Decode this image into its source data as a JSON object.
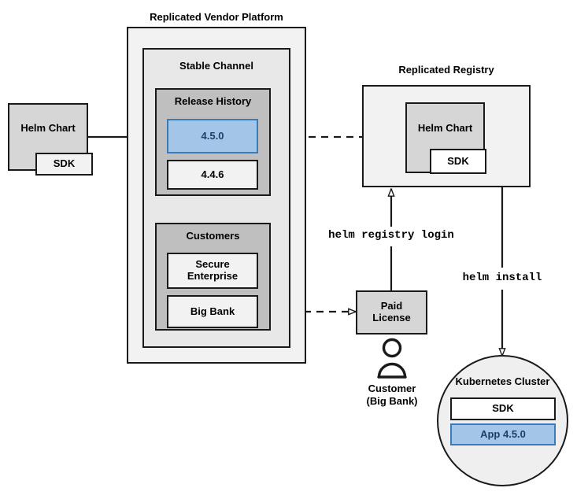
{
  "diagram": {
    "title_vendor_platform": "Replicated Vendor Platform",
    "title_registry": "Replicated Registry",
    "stable_channel": "Stable Channel",
    "release_history": "Release History",
    "customers": "Customers"
  },
  "left_chart": {
    "name": "Helm Chart",
    "sdk": "SDK"
  },
  "releases": [
    {
      "version": "4.5.0",
      "highlighted": true
    },
    {
      "version": "4.4.6",
      "highlighted": false
    }
  ],
  "customers": [
    {
      "name": "Secure\nEnterprise",
      "line1": "Secure",
      "line2": "Enterprise"
    },
    {
      "name": "Big Bank",
      "line1": "Big Bank",
      "line2": ""
    }
  ],
  "registry": {
    "chart_name": "Helm Chart",
    "sdk": "SDK"
  },
  "license": {
    "line1": "Paid",
    "line2": "License"
  },
  "customer_actor": {
    "line1": "Customer",
    "line2": "(Big Bank)",
    "icon": "person-icon"
  },
  "commands": {
    "registry_login": "helm registry login",
    "install": "helm install"
  },
  "cluster": {
    "title": "Kubernetes Cluster",
    "sdk": "SDK",
    "app": "App 4.5.0"
  },
  "colors": {
    "accent_blue_fill": "#a3c6e8",
    "accent_blue_border": "#3d7ab8",
    "accent_blue_text": "#1f3f66",
    "stroke": "#1a1a1a",
    "shade_lightest": "#f2f2f2",
    "shade_light": "#e8e8e8",
    "shade_mid": "#d6d6d6",
    "shade_dark": "#bfbfbf"
  }
}
